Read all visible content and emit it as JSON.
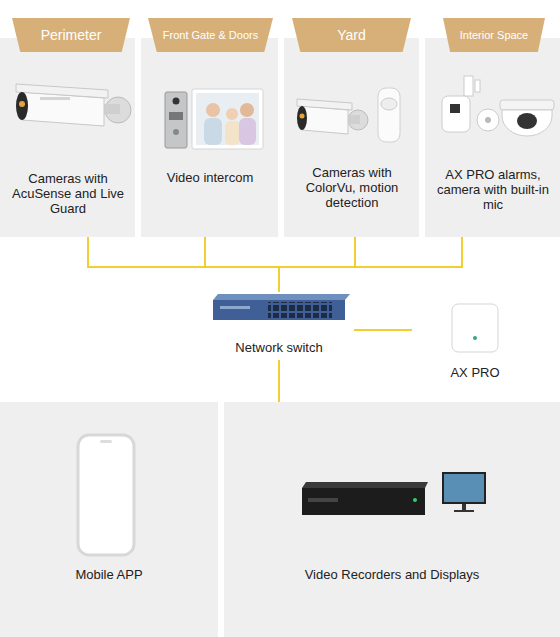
{
  "diagram": {
    "nodes": [
      {
        "text": [
          "Perimeter",
          "Cameras with AcuSense and Live Guard"
        ]
      },
      {
        "text": [
          "Front Gate & Doors",
          "Video intercom"
        ]
      },
      {
        "text": [
          "Yard",
          "Cameras with ColorVu, motion detection"
        ]
      },
      {
        "text": [
          "Interior Space",
          "AX PRO alarms, camera with built-in mic"
        ]
      },
      {
        "text": [
          "Network switch"
        ]
      },
      {
        "text": [
          "AX PRO"
        ]
      },
      {
        "text": [
          "Mobile APP"
        ]
      },
      {
        "text": [
          "Video Recorders and Displays"
        ]
      }
    ],
    "edges": [
      {
        "from": 0,
        "to": 4,
        "arrow": "none"
      },
      {
        "from": 1,
        "to": 4,
        "arrow": "none"
      },
      {
        "from": 2,
        "to": 4,
        "arrow": "none"
      },
      {
        "from": 3,
        "to": 4,
        "arrow": "none"
      },
      {
        "from": 4,
        "to": 5,
        "arrow": "none"
      },
      {
        "from": 4,
        "to": 7,
        "arrow": "none"
      }
    ]
  }
}
